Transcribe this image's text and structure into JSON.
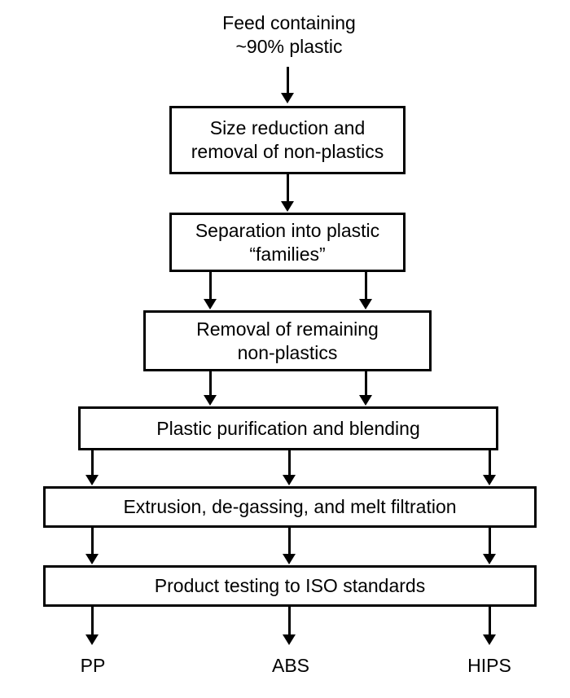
{
  "feed": {
    "line1": "Feed containing",
    "line2": "~90% plastic"
  },
  "boxes": [
    {
      "name": "size-reduction",
      "lines": [
        "Size reduction and",
        "removal of non-plastics"
      ]
    },
    {
      "name": "separation-families",
      "lines": [
        "Separation into plastic",
        "“families”"
      ]
    },
    {
      "name": "removal-non-plastics",
      "lines": [
        "Removal of remaining",
        "non-plastics"
      ]
    },
    {
      "name": "purification-blending",
      "lines": [
        "Plastic purification and blending"
      ]
    },
    {
      "name": "extrusion-degassing",
      "lines": [
        "Extrusion, de-gassing, and melt filtration"
      ]
    },
    {
      "name": "product-testing",
      "lines": [
        "Product testing to ISO standards"
      ]
    }
  ],
  "outputs": [
    "PP",
    "ABS",
    "HIPS"
  ],
  "colors": {
    "line": "#000000",
    "text": "#000000",
    "background": "#ffffff",
    "box_fill": "#ffffff"
  }
}
